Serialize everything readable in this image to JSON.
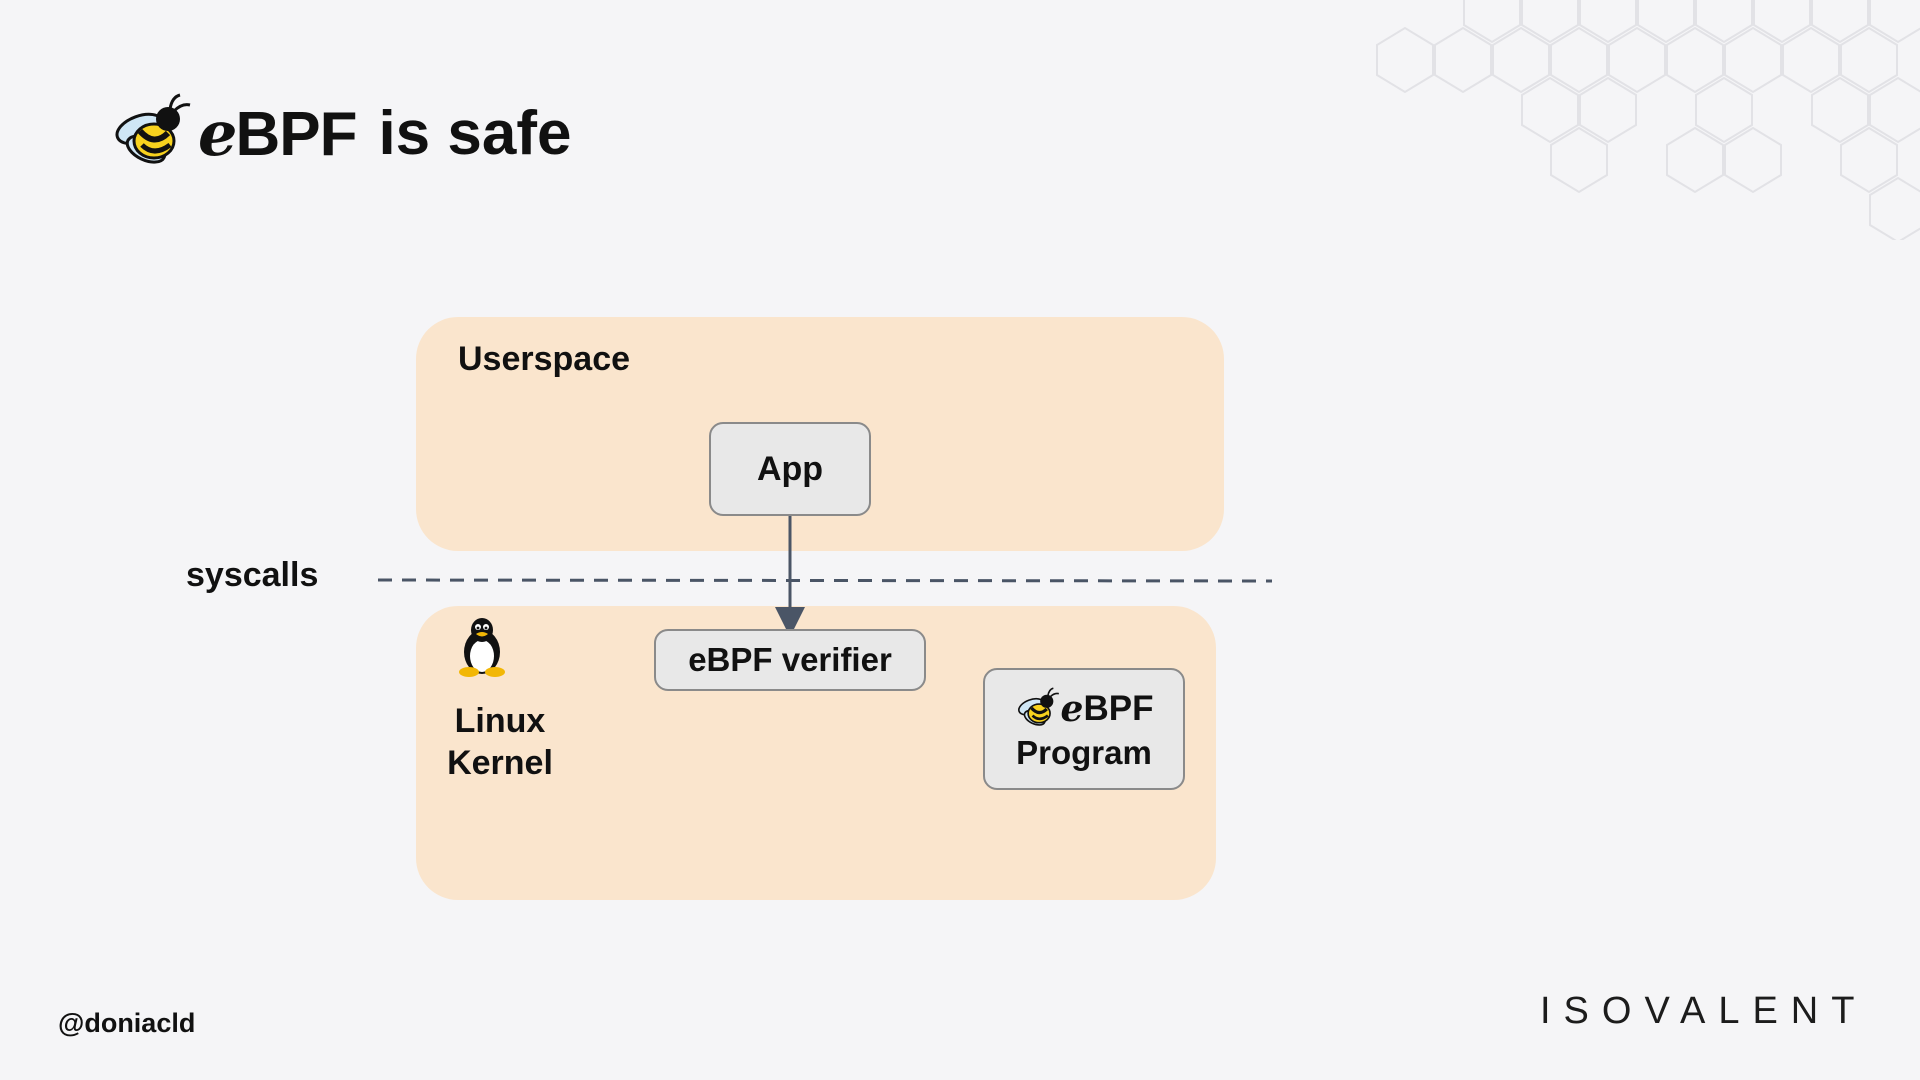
{
  "slide": {
    "title_logo_text": "eBPF",
    "title_rest": "is safe",
    "handle": "@doniacld",
    "brand": "ISOVALENT"
  },
  "diagram": {
    "userspace_label": "Userspace",
    "syscalls_label": "syscalls",
    "app_label": "App",
    "verifier_label": "eBPF verifier",
    "kernel_label_line1": "Linux",
    "kernel_label_line2": "Kernel",
    "program_logo_text": "eBPF",
    "program_label": "Program",
    "colors": {
      "region_fill": "#fae5cd",
      "box_fill": "#e8e8e8",
      "arrow": "#4a5566",
      "dashed_line": "#4a5566"
    },
    "icons": [
      "ebpf-bee-icon",
      "tux-penguin-icon"
    ]
  }
}
